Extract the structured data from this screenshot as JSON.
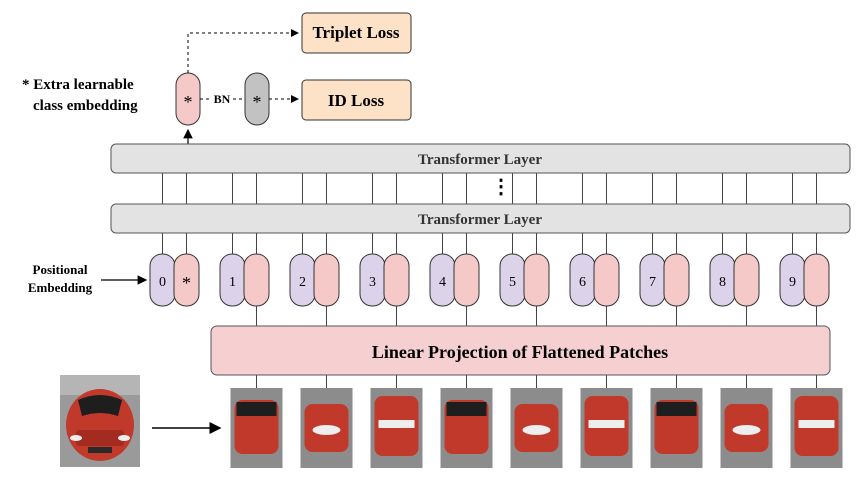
{
  "losses": {
    "triplet_label": "Triplet Loss",
    "id_label": "ID Loss",
    "bn_label": "BN"
  },
  "class_token": {
    "symbol": "*",
    "note_line1": "* Extra learnable",
    "note_line2": "class embedding"
  },
  "transformer": {
    "top_label": "Transformer Layer",
    "bottom_label": "Transformer Layer",
    "ellipsis": "⋮"
  },
  "positional": {
    "label_line1": "Positional",
    "label_line2": "Embedding"
  },
  "tokens": [
    "0",
    "1",
    "2",
    "3",
    "4",
    "5",
    "6",
    "7",
    "8",
    "9"
  ],
  "projection": {
    "label": "Linear Projection of Flattened Patches"
  },
  "colors": {
    "loss_fill": "#fde2c8",
    "token_pink": "#f6c9c9",
    "token_lavender": "#dcd3ea",
    "bn_gray": "#c2c2c2",
    "layer_gray": "#e3e3e3",
    "projection_fill": "#f6d0d0",
    "car_red": "#c0392b"
  },
  "icons": {
    "input_image": "car-image-icon",
    "patch_image": "car-patch-icon"
  }
}
